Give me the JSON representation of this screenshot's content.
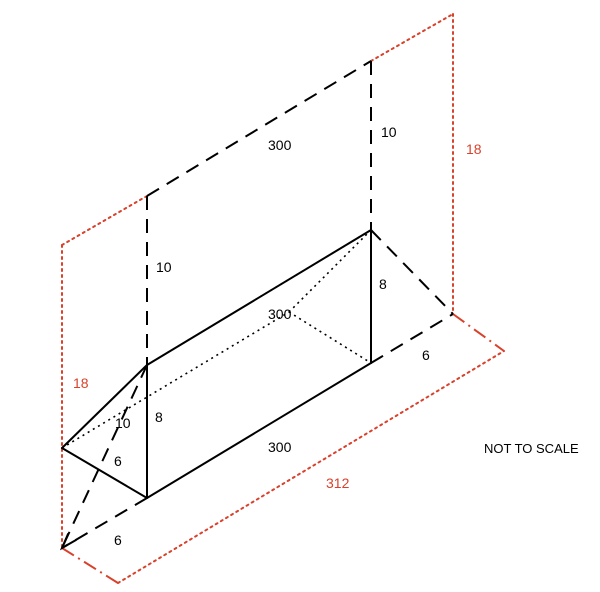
{
  "labels": {
    "top_length": "300",
    "middle_length": "300",
    "bottom_length": "300",
    "back_height": "10",
    "front_height": "10",
    "back_prism_height": "8",
    "front_prism_height": "8",
    "slant_front": "10",
    "front_base_half": "6",
    "back_base_half": "6",
    "front_bottom_half": "6",
    "total_height_right": "18",
    "total_height_left": "18",
    "total_length": "312"
  },
  "note": "NOT TO SCALE",
  "colors": {
    "outline": "#000000",
    "extension": "#d9412b"
  }
}
